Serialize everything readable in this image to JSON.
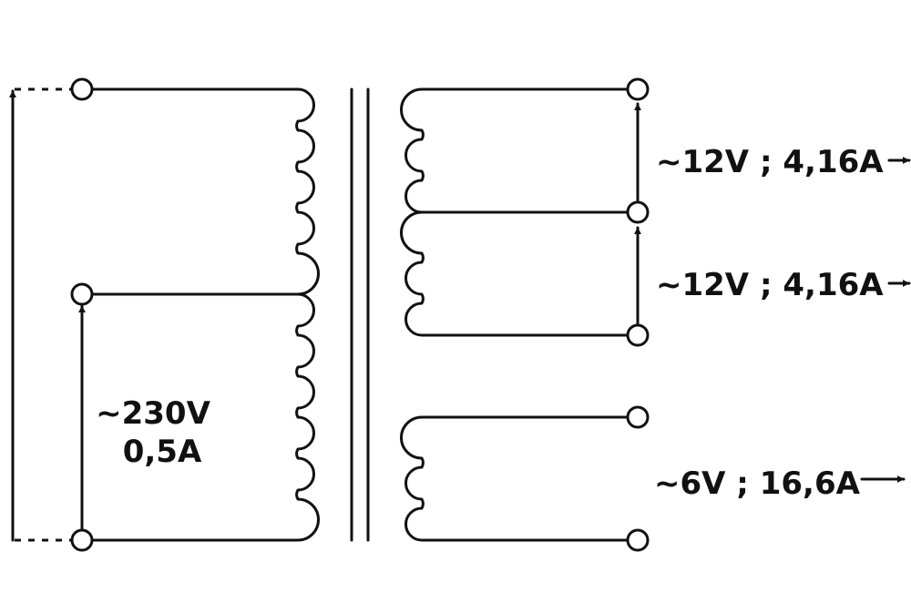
{
  "primary": {
    "voltage": "~230V",
    "current": "0,5A"
  },
  "secondaries": [
    {
      "label": "~12V ; 4,16A"
    },
    {
      "label": "~12V ; 4,16A"
    },
    {
      "label": "~6V ; 16,6A"
    }
  ],
  "colors": {
    "ink": "#111111",
    "background": "#ffffff"
  }
}
